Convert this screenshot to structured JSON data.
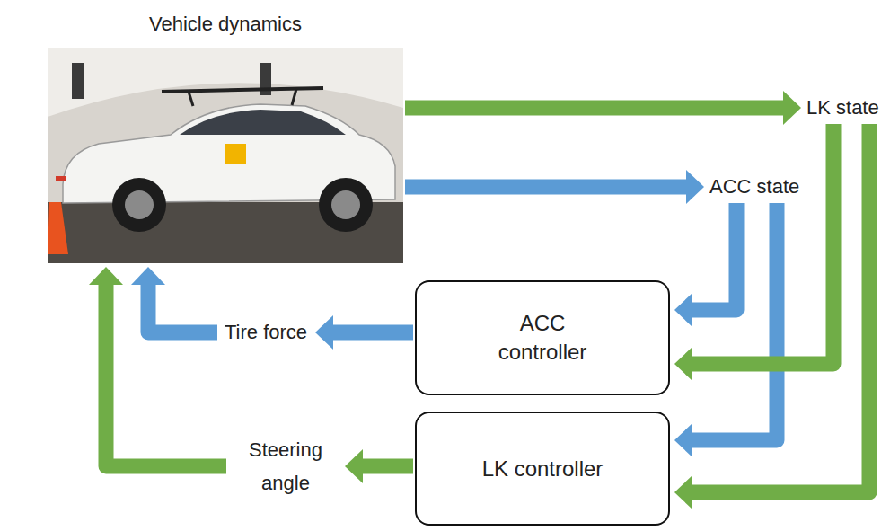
{
  "diagram": {
    "nodes": [
      {
        "text": [
          "Vehicle dynamics"
        ]
      },
      {
        "text": [
          "LK state"
        ]
      },
      {
        "text": [
          "ACC state"
        ]
      },
      {
        "text": [
          "Tire force"
        ]
      },
      {
        "text": [
          "ACC controller"
        ]
      },
      {
        "text": [
          "Steering angle"
        ]
      },
      {
        "text": [
          "LK controller"
        ]
      }
    ],
    "edges": [
      {
        "from": 0,
        "to": 1,
        "arrow": "to"
      },
      {
        "from": 0,
        "to": 2,
        "arrow": "to"
      },
      {
        "from": 2,
        "to": 4,
        "arrow": "to"
      },
      {
        "from": 2,
        "to": 6,
        "arrow": "to"
      },
      {
        "from": 1,
        "to": 4,
        "arrow": "to"
      },
      {
        "from": 1,
        "to": 6,
        "arrow": "to"
      },
      {
        "from": 4,
        "to": 3,
        "arrow": "to"
      },
      {
        "from": 3,
        "to": 0,
        "arrow": "to"
      },
      {
        "from": 6,
        "to": 5,
        "arrow": "to"
      },
      {
        "from": 5,
        "to": 0,
        "arrow": "to"
      }
    ]
  }
}
